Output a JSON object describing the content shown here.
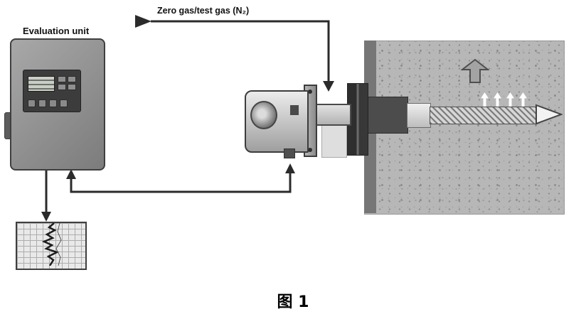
{
  "figure": {
    "caption": "图 1"
  },
  "labels": {
    "evaluation_unit": "Evaluation unit",
    "zero_gas_line": "Zero gas/test gas (N₂)"
  },
  "colors": {
    "background": "#ffffff",
    "line": "#2b2b2b",
    "device_body": "#7c7c7c",
    "device_border": "#3f3f3f",
    "wall": "#b7b7b7",
    "wall_edge": "#767676",
    "flange_dark": "#2e2e2e",
    "probe_light": "#d6d6d6",
    "arrow_white": "#ffffff"
  },
  "icons": {
    "gas_inlet_arrow": "right-filled-triangle",
    "gas_down_arrow": "down-filled-triangle",
    "cable_arrows": "up-filled-triangle",
    "flue_gas_up_arrow": "block-up-arrow",
    "gas_flow_arrows": "small-white-up-arrows"
  }
}
